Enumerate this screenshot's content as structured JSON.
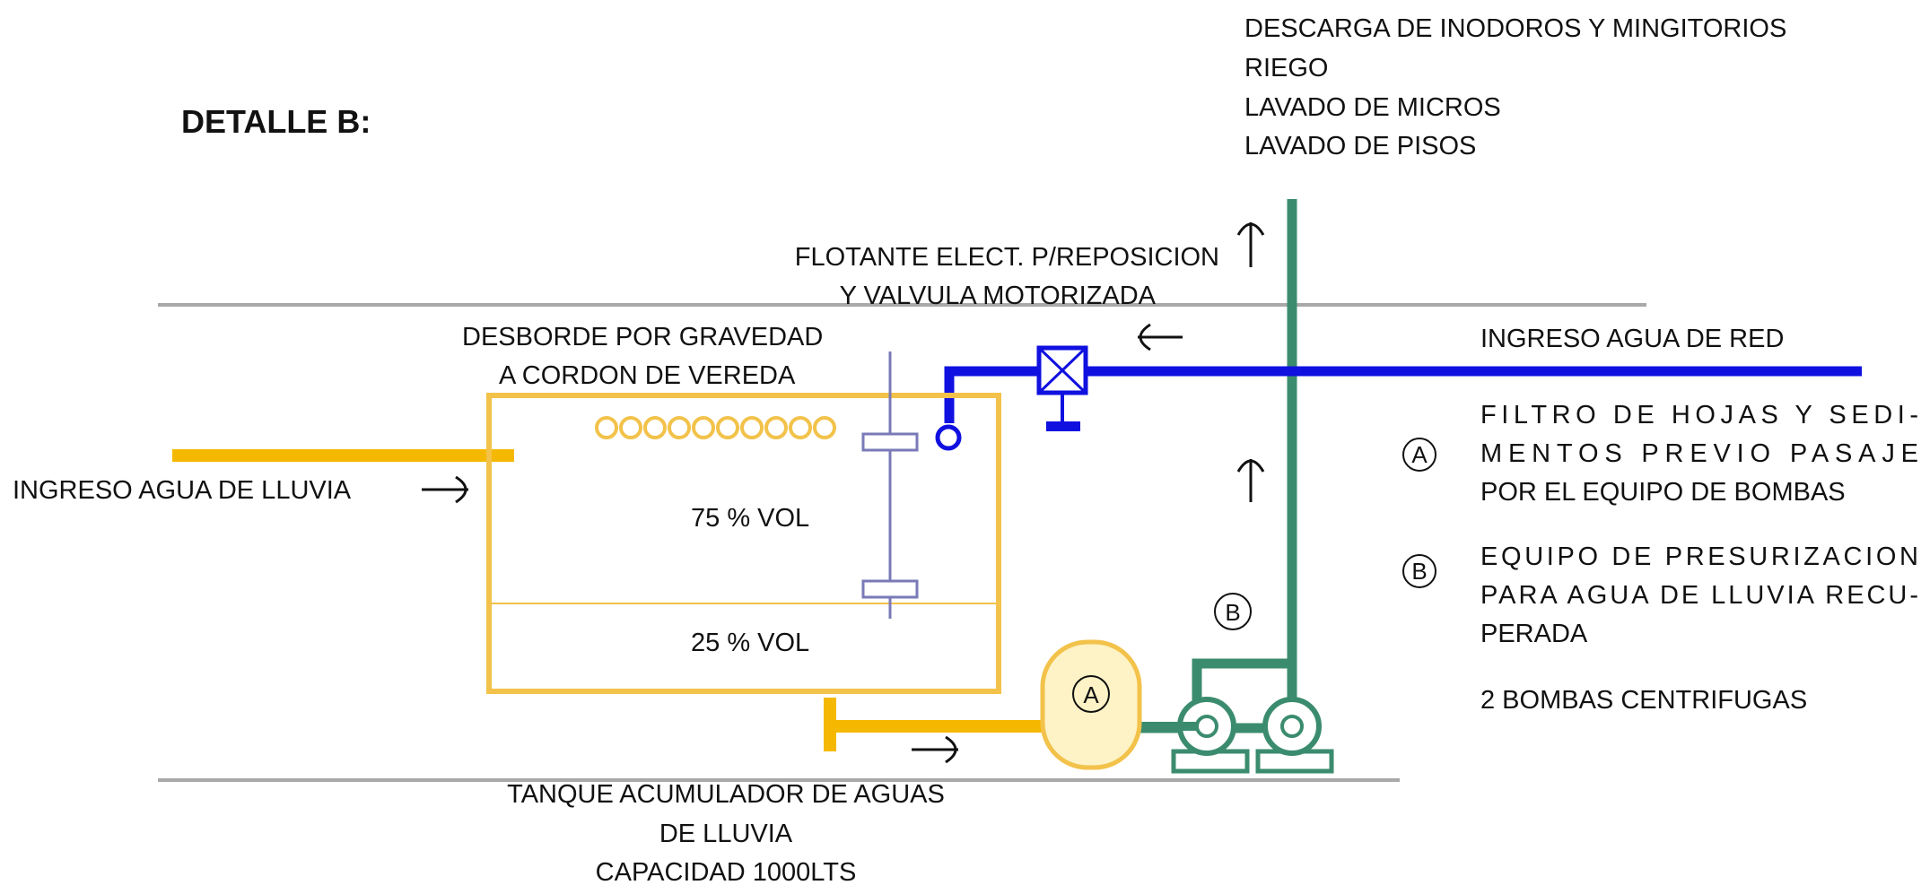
{
  "title": "DETALLE B:",
  "uses": [
    "DESCARGA DE INODOROS Y MINGITORIOS",
    "RIEGO",
    "LAVADO DE MICROS",
    "LAVADO DE PISOS"
  ],
  "float_valve": [
    "FLOTANTE ELECT. P/REPOSICION",
    "Y VALVULA MOTORIZADA"
  ],
  "overflow": [
    "DESBORDE POR GRAVEDAD",
    "A CORDON DE VEREDA"
  ],
  "mains_inlet": "INGRESO AGUA DE RED",
  "rain_inlet": "INGRESO AGUA DE LLUVIA",
  "tank": {
    "upper_volume": "75 % VOL",
    "lower_volume": "25 % VOL",
    "caption": [
      "TANQUE ACUMULADOR DE AGUAS",
      "DE LLUVIA",
      "CAPACIDAD 1000LTS"
    ]
  },
  "legend": {
    "a_letter": "A",
    "a_text": [
      "FILTRO  DE  HOJAS  Y  SEDI-",
      "MENTOS   PREVIO   PASAJE",
      "POR EL EQUIPO DE BOMBAS"
    ],
    "b_letter": "B",
    "b_text": [
      "EQUIPO  DE  PRESURIZACION",
      "PARA AGUA DE LLUVIA RECU-",
      "PERADA"
    ],
    "pumps": "2 BOMBAS CENTRIFUGAS"
  },
  "filter_letter": "A",
  "pump_letter": "B",
  "colors": {
    "rain_pipe": "#f5b800",
    "tank_outline": "#f2c24a",
    "mains_pipe": "#1010e0",
    "pump_pipe": "#3b8c6e",
    "floor_line": "#a9a9a9",
    "valve_gauge": "#7a7ab8",
    "filter_fill": "#fdf3c6"
  }
}
